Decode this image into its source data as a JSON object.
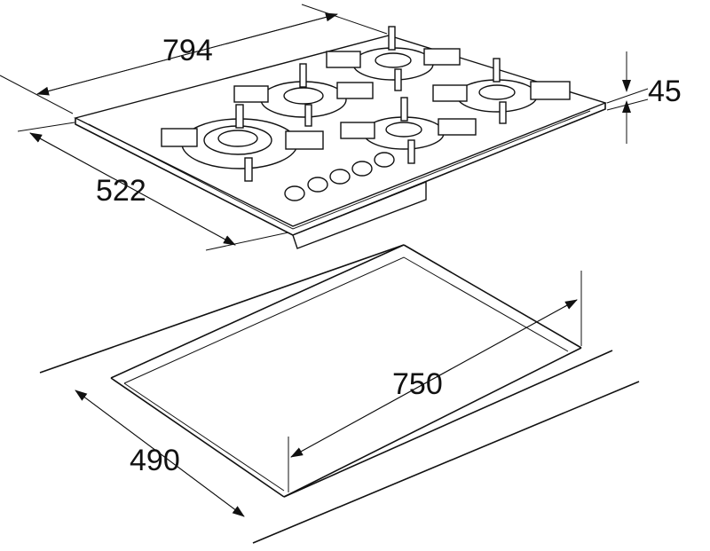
{
  "diagram": {
    "hob_width_label": "794",
    "hob_depth_label": "522",
    "hob_height_label": "45",
    "cutout_width_label": "750",
    "cutout_depth_label": "490"
  },
  "colors": {
    "line": "#111111",
    "background": "#ffffff"
  }
}
